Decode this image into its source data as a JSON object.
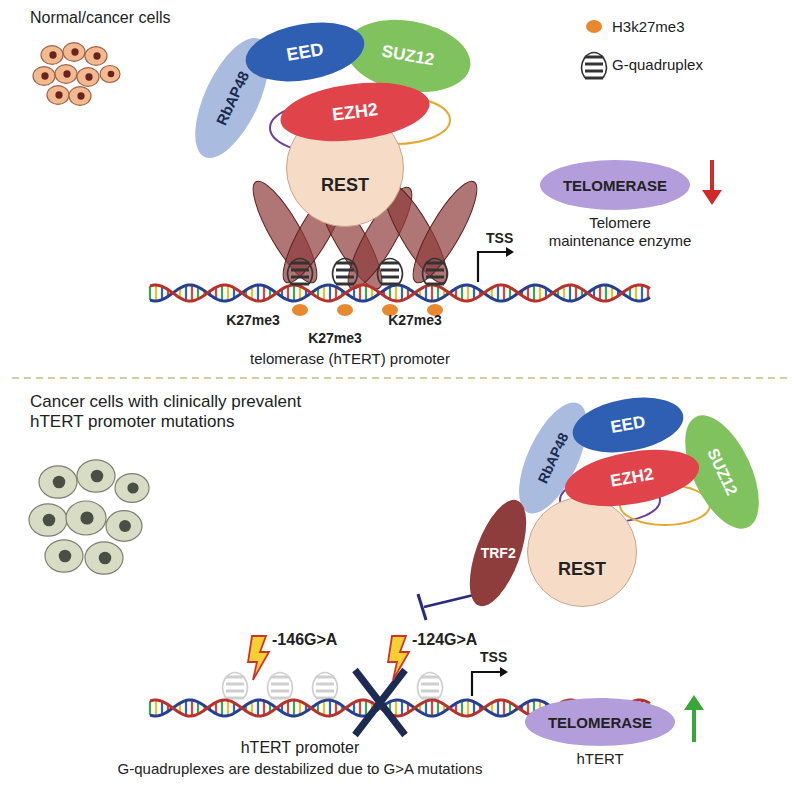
{
  "diagram": {
    "nodes": [
      {
        "text": [
          "EED"
        ]
      },
      {
        "text": [
          "SUZ12"
        ]
      },
      {
        "text": [
          "RbAP48"
        ]
      },
      {
        "text": [
          "EZH2"
        ]
      },
      {
        "text": [
          "REST"
        ]
      },
      {
        "text": [
          "TELOMERASE"
        ]
      },
      {
        "text": [
          "RbAP48"
        ]
      },
      {
        "text": [
          "EED"
        ]
      },
      {
        "text": [
          "SUZ12"
        ]
      },
      {
        "text": [
          "EZH2"
        ]
      },
      {
        "text": [
          "TRF2"
        ]
      },
      {
        "text": [
          "REST"
        ]
      },
      {
        "text": [
          "TELOMERASE"
        ]
      }
    ],
    "labels": [
      "Normal/cancer cells",
      "TSS",
      "K27me3",
      "K27me3",
      "K27me3",
      "telomerase (hTERT) promoter",
      "Telomere maintenance enzyme",
      "Cancer cells with clinically prevalent hTERT promoter mutations",
      "-146G>A",
      "-124G>A",
      "TSS",
      "hTERT promoter",
      "G-quadruplexes are destabilized due to G>A mutations",
      "hTERT"
    ],
    "legend": [
      {
        "text": "H3k27me3",
        "color": "#e8892f"
      },
      {
        "text": "G-quadruplex"
      }
    ]
  }
}
